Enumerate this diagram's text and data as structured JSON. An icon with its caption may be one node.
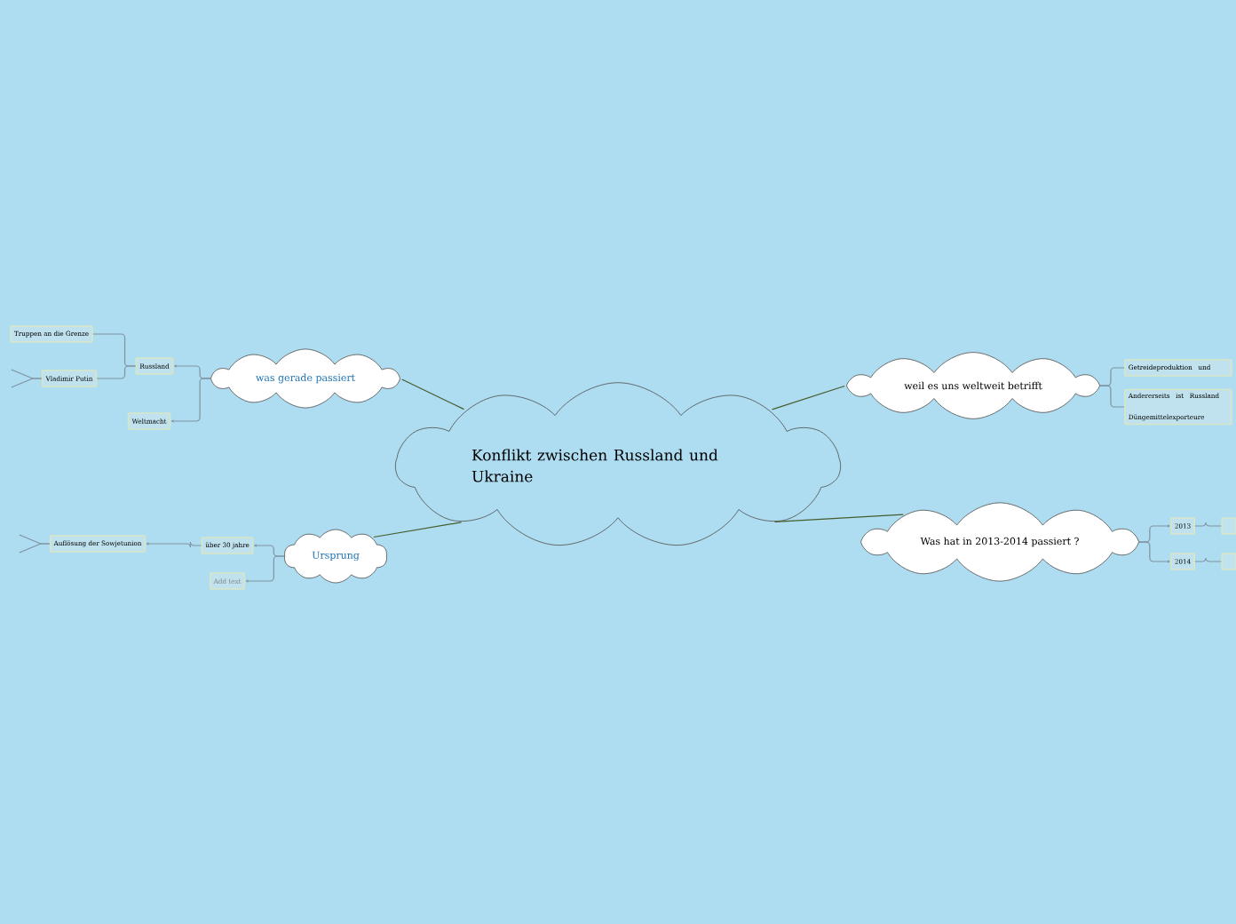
{
  "diagram": {
    "nodes": [
      {
        "text": [
          "Konflikt zwischen Russland und Ukraine"
        ]
      },
      {
        "text": [
          "was gerade passiert"
        ]
      },
      {
        "text": [
          "Russland"
        ]
      },
      {
        "text": [
          "Truppen an die Grenze"
        ]
      },
      {
        "text": [
          "Vladimir Putin"
        ]
      },
      {
        "text": [
          "Weltmacht"
        ]
      },
      {
        "text": [
          "Ursprung"
        ]
      },
      {
        "text": [
          "über 30 jahre"
        ]
      },
      {
        "text": [
          "Add text"
        ]
      },
      {
        "text": [
          "Auflösung der Sowjetunion"
        ]
      },
      {
        "text": [
          "weil es uns weltweit betrifft"
        ]
      },
      {
        "text": [
          "Getreideproduktion und"
        ]
      },
      {
        "text": [
          "Andererseits ist Russland Düngemittelexporteure"
        ]
      },
      {
        "text": [
          "Was hat in 2013-2014 passiert ?"
        ]
      },
      {
        "text": [
          "2013"
        ]
      },
      {
        "text": [
          "2014"
        ]
      },
      {
        "text": [],
        "shape": "box"
      },
      {
        "text": [],
        "shape": "box"
      }
    ],
    "edges": [
      {
        "from": 0,
        "to": 1,
        "arrow": "none",
        "color": "#404040"
      },
      {
        "from": 0,
        "to": 6,
        "arrow": "none",
        "color": "#404040"
      },
      {
        "from": 0,
        "to": 10,
        "arrow": "none",
        "color": "#404040"
      },
      {
        "from": 0,
        "to": 13,
        "arrow": "none",
        "color": "#404040"
      },
      {
        "from": 1,
        "to": 2,
        "arrow": "to"
      },
      {
        "from": 1,
        "to": 5,
        "arrow": "to"
      },
      {
        "from": 2,
        "to": 3,
        "arrow": "none"
      },
      {
        "from": 2,
        "to": 4,
        "arrow": "none"
      },
      {
        "from": 4,
        "to": null,
        "arrow": "none"
      },
      {
        "from": 4,
        "to": null,
        "arrow": "none"
      },
      {
        "from": 6,
        "to": 7,
        "arrow": "to"
      },
      {
        "from": 6,
        "to": 8,
        "arrow": "to"
      },
      {
        "from": 7,
        "to": 9,
        "arrow": "to"
      },
      {
        "from": 9,
        "to": null,
        "arrow": "none"
      },
      {
        "from": 9,
        "to": null,
        "arrow": "none"
      },
      {
        "from": 10,
        "to": 11,
        "arrow": "none"
      },
      {
        "from": 10,
        "to": 12,
        "arrow": "none"
      },
      {
        "from": 13,
        "to": 14,
        "arrow": "to"
      },
      {
        "from": 13,
        "to": 15,
        "arrow": "to"
      },
      {
        "from": 14,
        "to": 16,
        "arrow": "none"
      },
      {
        "from": 15,
        "to": 17,
        "arrow": "none"
      }
    ]
  }
}
